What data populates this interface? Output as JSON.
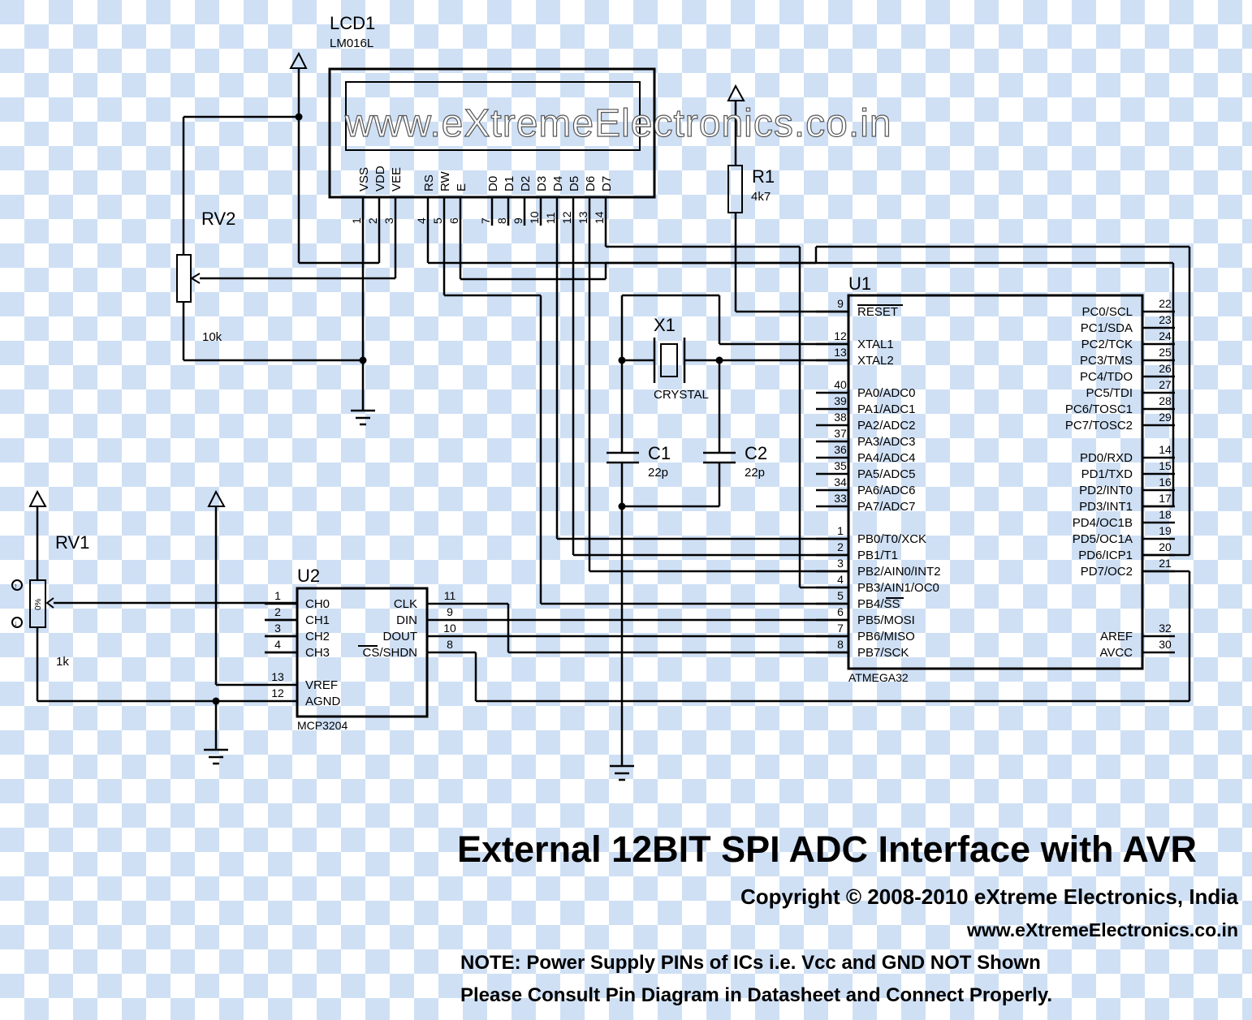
{
  "colors": {
    "checker_light": "#ffffff",
    "checker_blue": "#cfe0f5",
    "wire": "#000000"
  },
  "watermark": "www.eXtremeElectronics.co.in",
  "lcd": {
    "ref": "LCD1",
    "part": "LM016L",
    "pins": [
      {
        "name": "VSS",
        "num": "1"
      },
      {
        "name": "VDD",
        "num": "2"
      },
      {
        "name": "VEE",
        "num": "3"
      },
      {
        "name": "RS",
        "num": "4"
      },
      {
        "name": "RW",
        "num": "5"
      },
      {
        "name": "E",
        "num": "6"
      },
      {
        "name": "D0",
        "num": "7"
      },
      {
        "name": "D1",
        "num": "8"
      },
      {
        "name": "D2",
        "num": "9"
      },
      {
        "name": "D3",
        "num": "10"
      },
      {
        "name": "D4",
        "num": "11"
      },
      {
        "name": "D5",
        "num": "12"
      },
      {
        "name": "D6",
        "num": "13"
      },
      {
        "name": "D7",
        "num": "14"
      }
    ]
  },
  "rv2": {
    "ref": "RV2",
    "value": "10k"
  },
  "rv1": {
    "ref": "RV1",
    "value": "1k",
    "wiper_label": "0%"
  },
  "r1": {
    "ref": "R1",
    "value": "4k7"
  },
  "x1": {
    "ref": "X1",
    "value": "CRYSTAL"
  },
  "c1": {
    "ref": "C1",
    "value": "22p"
  },
  "c2": {
    "ref": "C2",
    "value": "22p"
  },
  "u1": {
    "ref": "U1",
    "part": "ATMEGA32",
    "left_pins": [
      {
        "name": "RESET",
        "num": "9"
      },
      {
        "name": "XTAL1",
        "num": "12"
      },
      {
        "name": "XTAL2",
        "num": "13"
      },
      {
        "name": "PA0/ADC0",
        "num": "40"
      },
      {
        "name": "PA1/ADC1",
        "num": "39"
      },
      {
        "name": "PA2/ADC2",
        "num": "38"
      },
      {
        "name": "PA3/ADC3",
        "num": "37"
      },
      {
        "name": "PA4/ADC4",
        "num": "36"
      },
      {
        "name": "PA5/ADC5",
        "num": "35"
      },
      {
        "name": "PA6/ADC6",
        "num": "34"
      },
      {
        "name": "PA7/ADC7",
        "num": "33"
      },
      {
        "name": "PB0/T0/XCK",
        "num": "1"
      },
      {
        "name": "PB1/T1",
        "num": "2"
      },
      {
        "name": "PB2/AIN0/INT2",
        "num": "3"
      },
      {
        "name": "PB3/AIN1/OC0",
        "num": "4"
      },
      {
        "name": "PB4/SS",
        "num": "5"
      },
      {
        "name": "PB5/MOSI",
        "num": "6"
      },
      {
        "name": "PB6/MISO",
        "num": "7"
      },
      {
        "name": "PB7/SCK",
        "num": "8"
      }
    ],
    "right_pins": [
      {
        "name": "PC0/SCL",
        "num": "22"
      },
      {
        "name": "PC1/SDA",
        "num": "23"
      },
      {
        "name": "PC2/TCK",
        "num": "24"
      },
      {
        "name": "PC3/TMS",
        "num": "25"
      },
      {
        "name": "PC4/TDO",
        "num": "26"
      },
      {
        "name": "PC5/TDI",
        "num": "27"
      },
      {
        "name": "PC6/TOSC1",
        "num": "28"
      },
      {
        "name": "PC7/TOSC2",
        "num": "29"
      },
      {
        "name": "PD0/RXD",
        "num": "14"
      },
      {
        "name": "PD1/TXD",
        "num": "15"
      },
      {
        "name": "PD2/INT0",
        "num": "16"
      },
      {
        "name": "PD3/INT1",
        "num": "17"
      },
      {
        "name": "PD4/OC1B",
        "num": "18"
      },
      {
        "name": "PD5/OC1A",
        "num": "19"
      },
      {
        "name": "PD6/ICP1",
        "num": "20"
      },
      {
        "name": "PD7/OC2",
        "num": "21"
      },
      {
        "name": "AREF",
        "num": "32"
      },
      {
        "name": "AVCC",
        "num": "30"
      }
    ]
  },
  "u2": {
    "ref": "U2",
    "part": "MCP3204",
    "left_pins": [
      {
        "name": "CH0",
        "num": "1"
      },
      {
        "name": "CH1",
        "num": "2"
      },
      {
        "name": "CH2",
        "num": "3"
      },
      {
        "name": "CH3",
        "num": "4"
      },
      {
        "name": "VREF",
        "num": "13"
      },
      {
        "name": "AGND",
        "num": "12"
      }
    ],
    "right_pins": [
      {
        "name": "CLK",
        "num": "11"
      },
      {
        "name": "DIN",
        "num": "9"
      },
      {
        "name": "DOUT",
        "num": "10"
      },
      {
        "name": "CS/SHDN",
        "num": "8"
      }
    ]
  },
  "title": "External 12BIT SPI ADC Interface with AVR",
  "copyright": "Copyright © 2008-2010 eXtreme Electronics, India",
  "website": "www.eXtremeElectronics.co.in",
  "note_line1": "NOTE: Power Supply PINs of ICs i.e. Vcc and GND NOT Shown",
  "note_line2": "Please Consult Pin Diagram in Datasheet and Connect Properly."
}
